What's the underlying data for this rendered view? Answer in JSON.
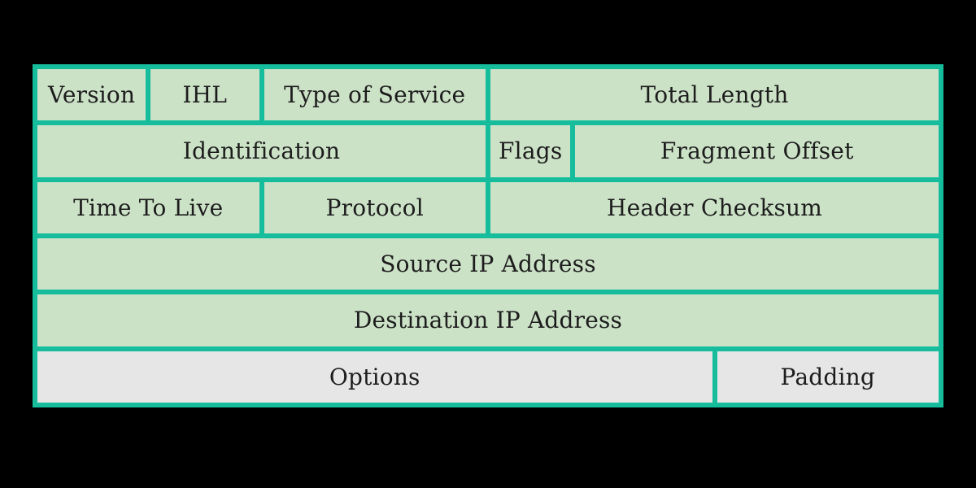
{
  "colors": {
    "border": "#15bd9d",
    "cell_green": "#cce2c7",
    "cell_gray": "#e6e6e6",
    "background": "#000000",
    "text": "#1d1d1d"
  },
  "diagram": {
    "type": "ipv4-header-field-layout",
    "total_bit_columns": 32,
    "rows": [
      {
        "cells": [
          {
            "label": "Version",
            "bits": 4
          },
          {
            "label": "IHL",
            "bits": 4
          },
          {
            "label": "Type of Service",
            "bits": 8
          },
          {
            "label": "Total Length",
            "bits": 16
          }
        ]
      },
      {
        "cells": [
          {
            "label": "Identification",
            "bits": 16
          },
          {
            "label": "Flags",
            "bits": 3
          },
          {
            "label": "Fragment Offset",
            "bits": 13
          }
        ]
      },
      {
        "cells": [
          {
            "label": "Time To Live",
            "bits": 8
          },
          {
            "label": "Protocol",
            "bits": 8
          },
          {
            "label": "Header Checksum",
            "bits": 16
          }
        ]
      },
      {
        "cells": [
          {
            "label": "Source IP Address",
            "bits": 32
          }
        ]
      },
      {
        "cells": [
          {
            "label": "Destination IP Address",
            "bits": 32
          }
        ]
      },
      {
        "cells": [
          {
            "label": "Options",
            "bits": 24,
            "variant": "gray"
          },
          {
            "label": "Padding",
            "bits": 8,
            "variant": "gray"
          }
        ]
      }
    ]
  }
}
